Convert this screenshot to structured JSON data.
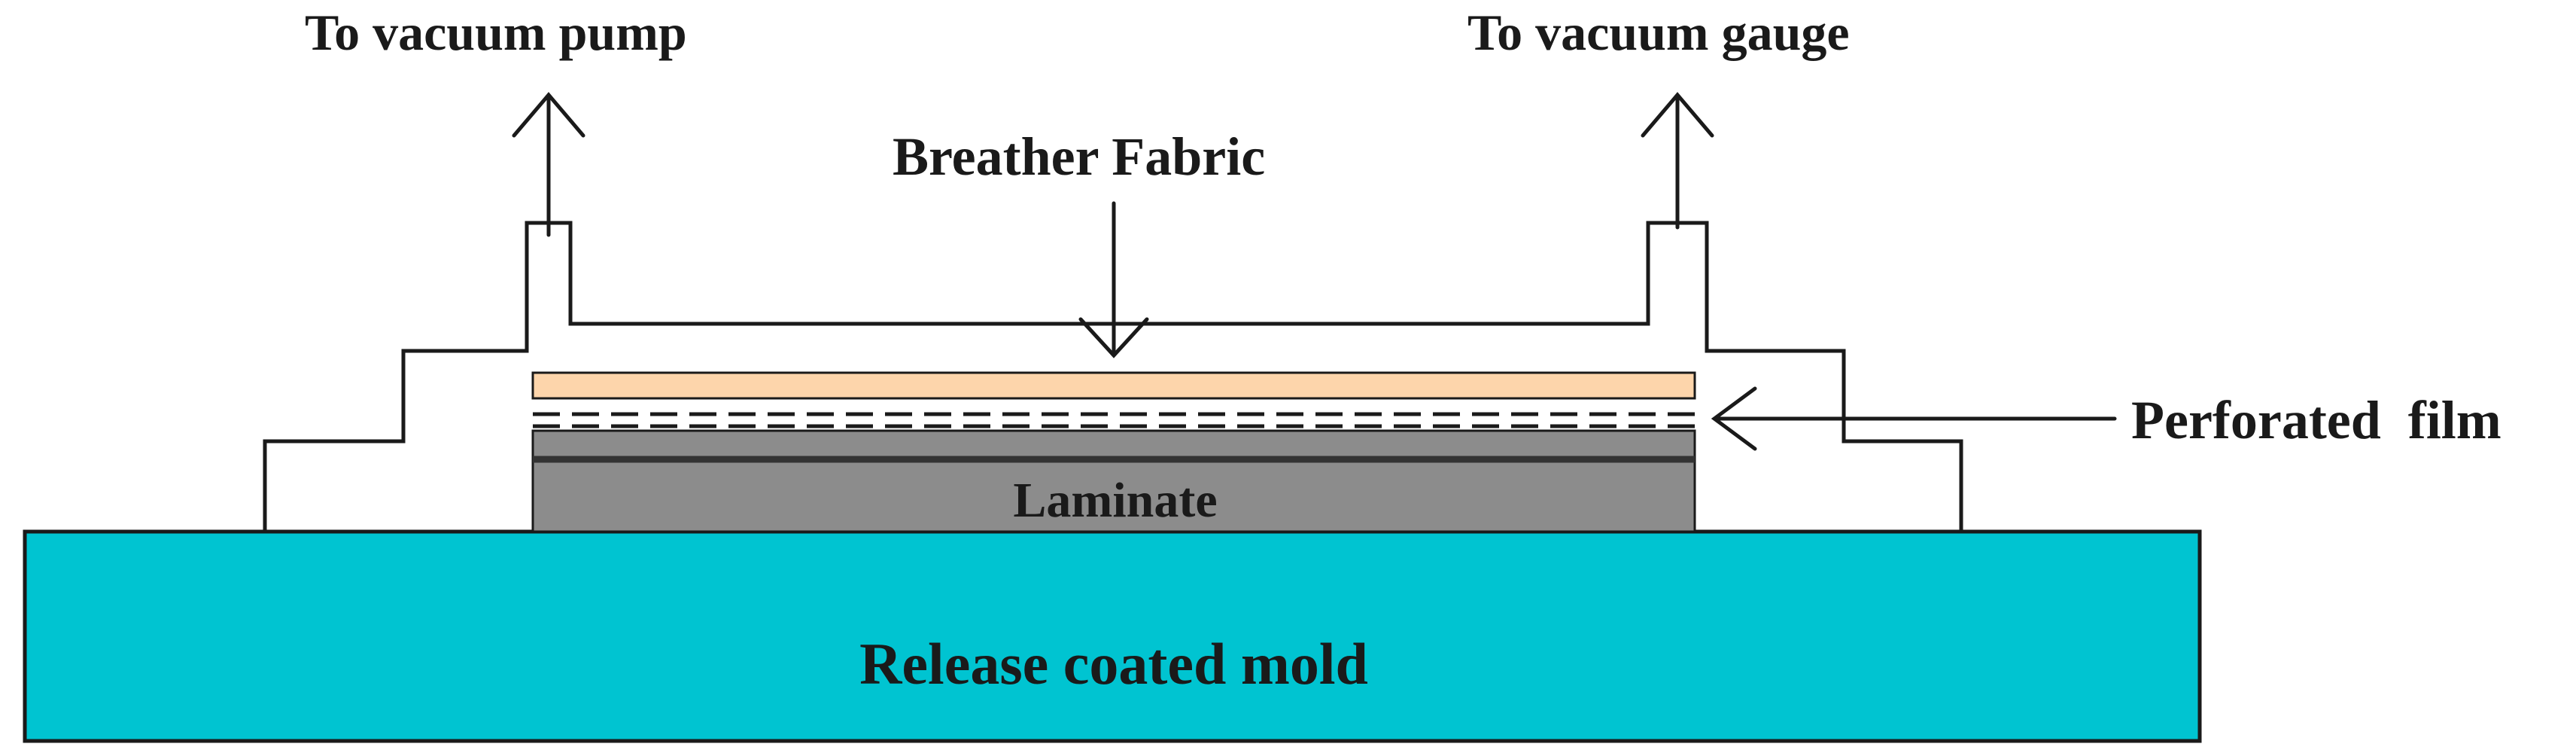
{
  "labels": {
    "vacuum_pump": "To vacuum pump",
    "vacuum_gauge": "To vacuum gauge",
    "breather_fabric": "Breather Fabric",
    "perforated_film": "Perforated  film",
    "laminate": "Laminate",
    "mold": "Release coated mold"
  },
  "colors": {
    "mold": "#00c4d1",
    "laminate": "#8c8c8c",
    "breather": "#fdd5ab",
    "stroke": "#1a1a1a",
    "text": "#1a1a1a"
  }
}
